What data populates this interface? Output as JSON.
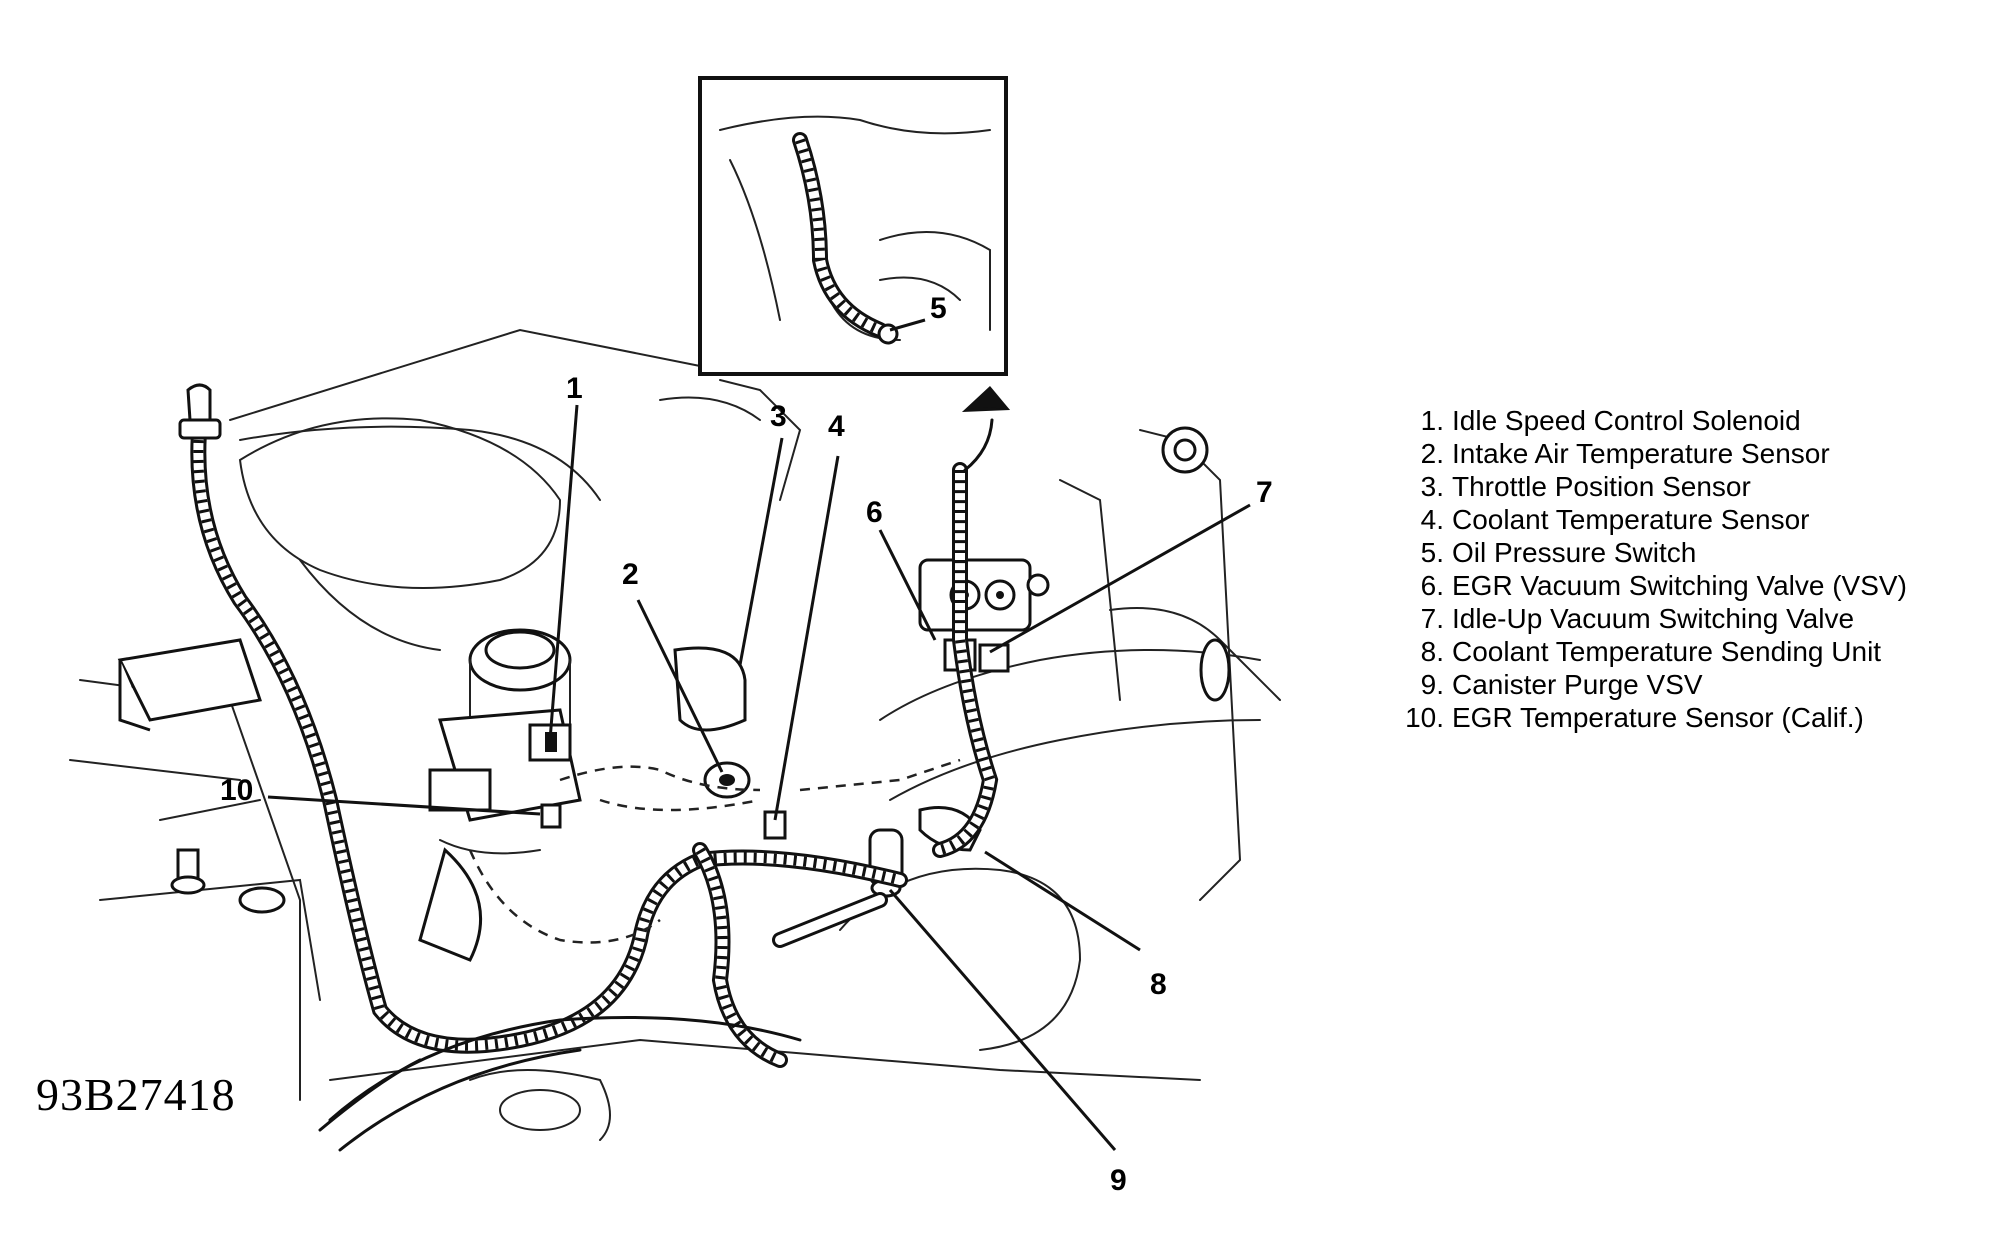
{
  "figure_code": "93B27418",
  "legend": [
    {
      "num": "1.",
      "label": "Idle Speed Control Solenoid"
    },
    {
      "num": "2.",
      "label": "Intake Air Temperature Sensor"
    },
    {
      "num": "3.",
      "label": "Throttle Position Sensor"
    },
    {
      "num": "4.",
      "label": "Coolant Temperature Sensor"
    },
    {
      "num": "5.",
      "label": "Oil Pressure Switch"
    },
    {
      "num": "6.",
      "label": "EGR Vacuum Switching Valve (VSV)"
    },
    {
      "num": "7.",
      "label": "Idle-Up Vacuum Switching Valve"
    },
    {
      "num": "8.",
      "label": "Coolant Temperature Sending Unit"
    },
    {
      "num": "9.",
      "label": "Canister Purge VSV"
    },
    {
      "num": "10.",
      "label": "EGR Temperature Sensor (Calif.)"
    }
  ],
  "callouts": {
    "c1": "1",
    "c2": "2",
    "c3": "3",
    "c4": "4",
    "c5": "5",
    "c6": "6",
    "c7": "7",
    "c8": "8",
    "c9": "9",
    "c10": "10"
  }
}
